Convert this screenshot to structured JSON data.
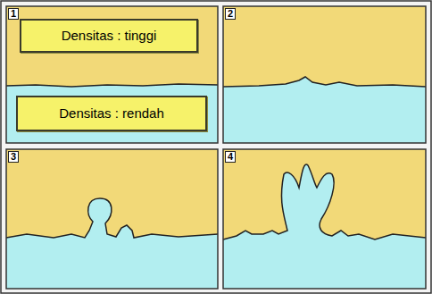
{
  "diagram": {
    "nodes": [
      {
        "text": [
          "Densitas : tinggi"
        ]
      },
      {
        "text": [
          "Densitas : rendah"
        ]
      }
    ],
    "labels": [
      "1",
      "2",
      "3",
      "4"
    ]
  }
}
